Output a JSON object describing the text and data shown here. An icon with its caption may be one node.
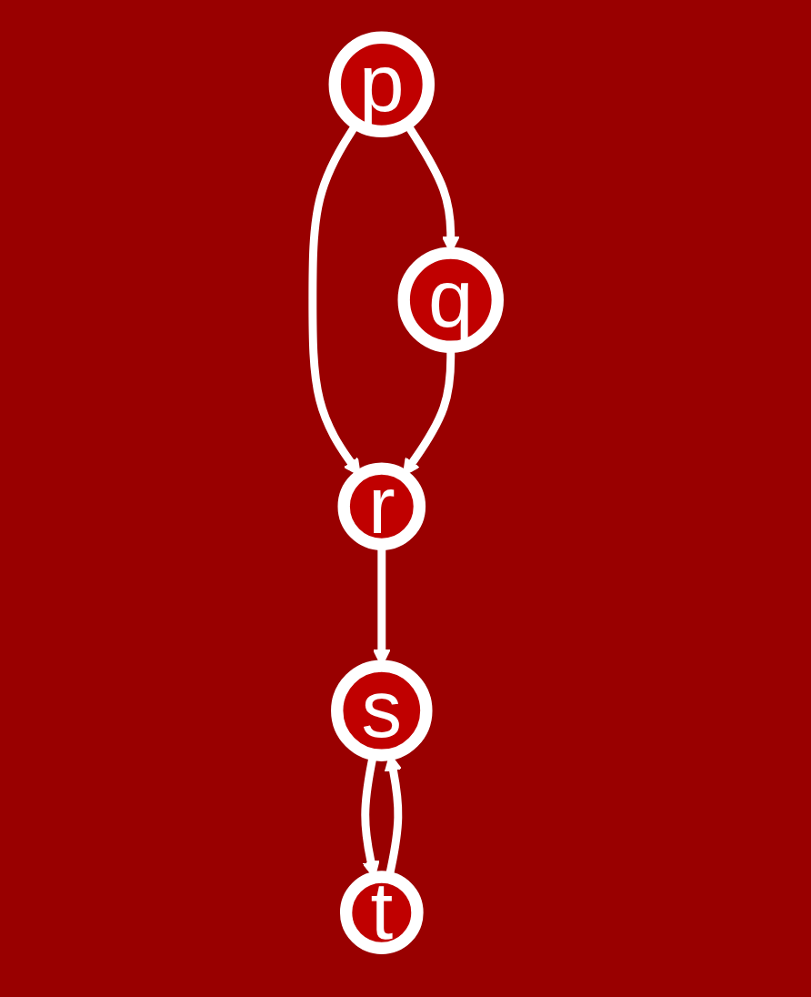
{
  "diagram": {
    "nodes": [
      {
        "text": [
          "p"
        ]
      },
      {
        "text": [
          "q"
        ]
      },
      {
        "text": [
          "r"
        ]
      },
      {
        "text": [
          "s"
        ]
      },
      {
        "text": [
          "t"
        ]
      }
    ],
    "edges": [
      {
        "from": 0,
        "to": 1,
        "arrow": "to"
      },
      {
        "from": 0,
        "to": 2,
        "arrow": "to"
      },
      {
        "from": 1,
        "to": 2,
        "arrow": "to"
      },
      {
        "from": 2,
        "to": 3,
        "arrow": "to"
      },
      {
        "from": 3,
        "to": 4,
        "arrow": "to"
      },
      {
        "from": 4,
        "to": 3,
        "arrow": "to"
      }
    ]
  }
}
